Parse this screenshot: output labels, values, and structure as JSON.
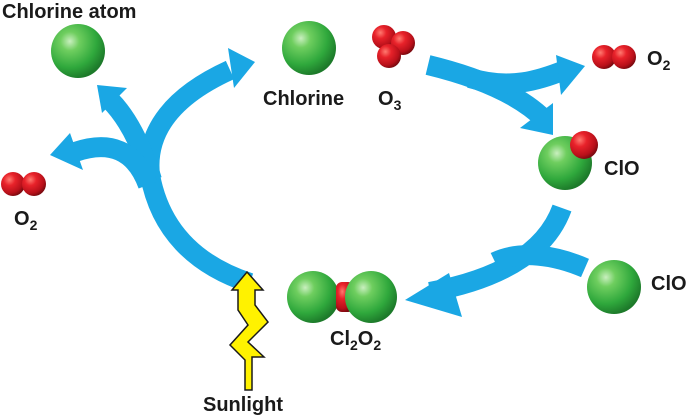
{
  "title": "Chlorine catalytic ozone destruction cycle",
  "colors": {
    "arrow": "#1aa7e4",
    "chlorine": "#3db54a",
    "oxygen": "#d9141e",
    "sunlight": "#fff200",
    "text": "#1a1a1a"
  },
  "labels": {
    "chlorine_atom": "Chlorine atom",
    "chlorine": "Chlorine",
    "o3": {
      "base": "O",
      "sub": "3"
    },
    "o2_top": {
      "base": "O",
      "sub": "2"
    },
    "clo_top": "ClO",
    "clo_right": "ClO",
    "cl2o2": {
      "a": "Cl",
      "a_sub": "2",
      "b": "O",
      "b_sub": "2"
    },
    "o2_left": {
      "base": "O",
      "sub": "2"
    },
    "sunlight": "Sunlight"
  },
  "steps": [
    {
      "from": "Chlorine + O3",
      "to": "ClO + O2"
    },
    {
      "from": "ClO + ClO",
      "to": "Cl2O2"
    },
    {
      "from": "Cl2O2 + Sunlight",
      "to": "Chlorine atom + Chlorine + O2"
    }
  ]
}
